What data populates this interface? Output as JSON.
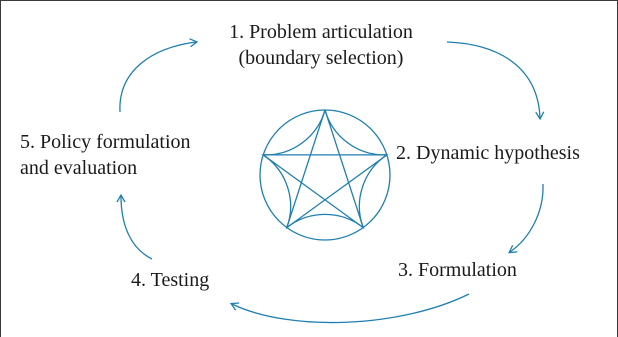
{
  "steps": [
    {
      "line1": "1. Problem articulation",
      "line2": "(boundary selection)"
    },
    {
      "line1": "2. Dynamic hypothesis"
    },
    {
      "line1": "3. Formulation"
    },
    {
      "line1": "4. Testing"
    },
    {
      "line1": "5. Policy formulation",
      "line2": "and evaluation"
    }
  ],
  "colors": {
    "accent": "#1f7fb0",
    "text": "#1a1a1a",
    "frame": "#3a3a3a"
  }
}
